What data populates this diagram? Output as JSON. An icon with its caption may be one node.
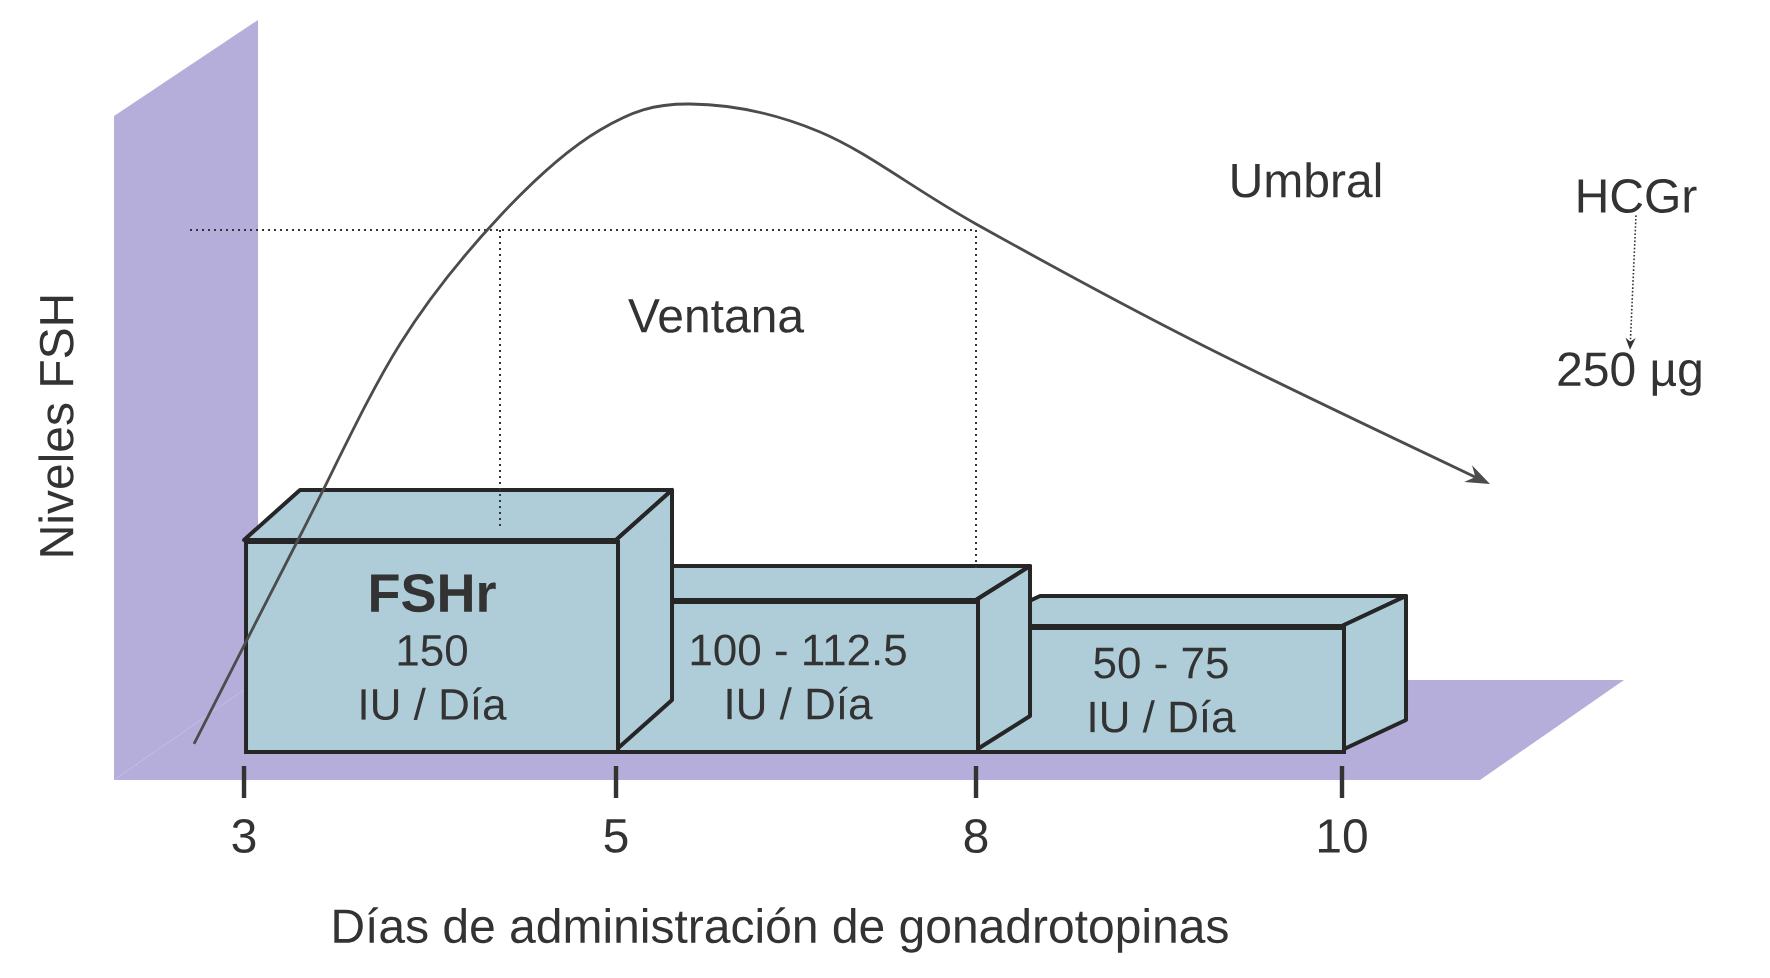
{
  "diagram": {
    "nodes": [
      {
        "text": [
          "FSHr",
          "150",
          "IU / Día"
        ]
      },
      {
        "text": [
          "100 - 112.5",
          "IU / Día"
        ]
      },
      {
        "text": [
          "50 - 75",
          "IU / Día"
        ]
      },
      {
        "text": [
          "HCGr"
        ]
      },
      {
        "text": [
          "250 µg"
        ]
      }
    ],
    "edges": [
      {
        "from": 3,
        "to": 4,
        "arrow": "to"
      }
    ],
    "labels": [
      "Niveles FSH",
      "Umbral",
      "Ventana",
      "3",
      "5",
      "8",
      "10",
      "Días de administración de gonadrotopinas"
    ]
  }
}
